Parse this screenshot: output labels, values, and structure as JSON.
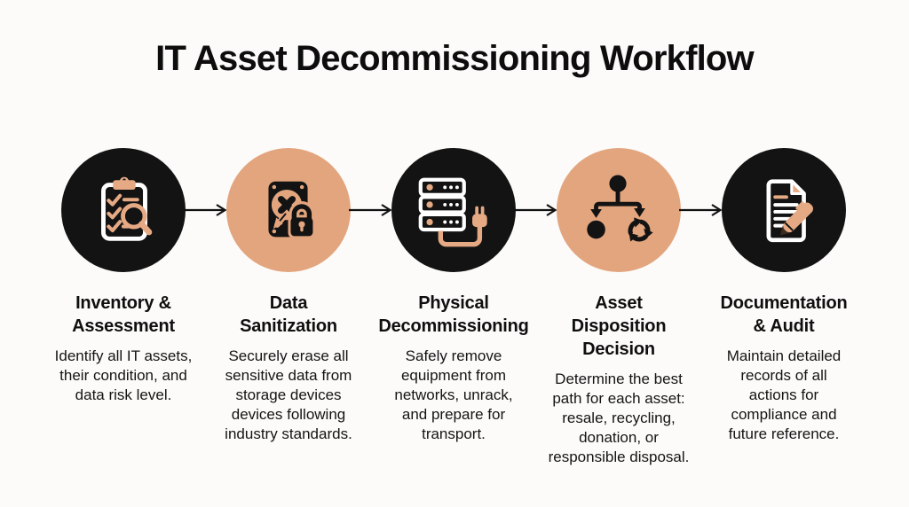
{
  "title": "IT Asset Decommissioning Workflow",
  "colors": {
    "background": "#fcfbf9",
    "ink": "#131313",
    "black_circle": "#131313",
    "tan_circle": "#e3a57e",
    "icon_tan_on_black": "#e5aa84",
    "icon_white": "#ffffff",
    "arrow": "#111111"
  },
  "steps": [
    {
      "icon": "clipboard-checklist-magnifier-icon",
      "circle_style": "black",
      "title": "Inventory &\nAssessment",
      "description": "Identify all IT assets,\ntheir condition, and\ndata risk level."
    },
    {
      "icon": "harddrive-erase-lock-icon",
      "circle_style": "tan",
      "title": "Data\nSanitization",
      "description": "Securely erase all\nsensitive data from\nstorage devices\ndevices following\nindustry standards."
    },
    {
      "icon": "server-rack-unplug-icon",
      "circle_style": "black",
      "title": "Physical\nDecommissioning",
      "description": "Safely remove\nequipment from\nnetworks, unrack,\nand prepare for\ntransport."
    },
    {
      "icon": "decision-tree-recycle-icon",
      "circle_style": "tan",
      "title": "Asset\nDisposition\nDecision",
      "description": "Determine the best\npath for each asset:\nresale, recycling,\ndonation, or\nresponsible disposal."
    },
    {
      "icon": "document-pen-icon",
      "circle_style": "black",
      "title": "Documentation\n& Audit",
      "description": "Maintain detailed\nrecords of all\nactions for\ncompliance and\nfuture reference."
    }
  ]
}
